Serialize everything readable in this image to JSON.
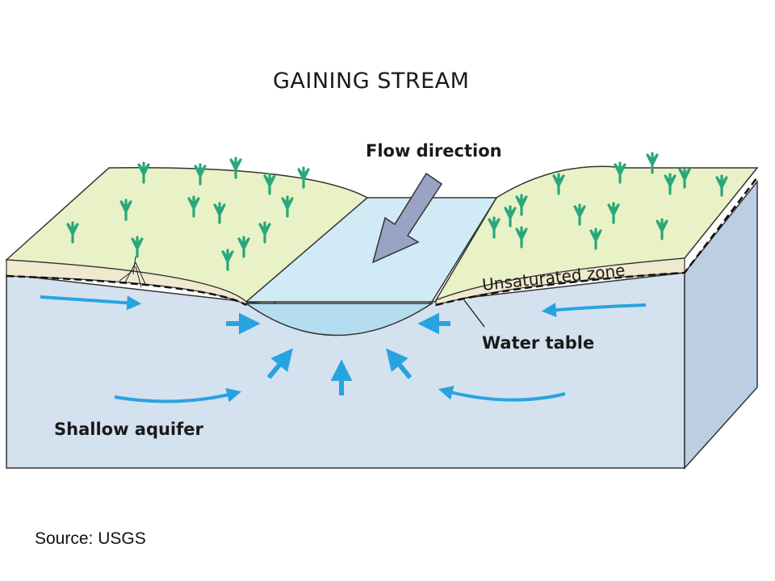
{
  "title": "GAINING STREAM",
  "labels": {
    "flow_direction": "Flow direction",
    "unsaturated_zone": "Unsaturated zone",
    "water_table": "Water table",
    "shallow_aquifer": "Shallow aquifer"
  },
  "source": "Source: USGS",
  "colors": {
    "aquifer": "#d4e1ef",
    "aquifer_side": "#bccfe2",
    "land": "#e8f2c6",
    "unsaturated": "#efe9cf",
    "stream_surface": "#d1ebf6",
    "stream_water": "#b4def0",
    "arrow": "#29a3e0",
    "plant": "#2aa77b",
    "flow_arrow": "#9ba3c4"
  }
}
